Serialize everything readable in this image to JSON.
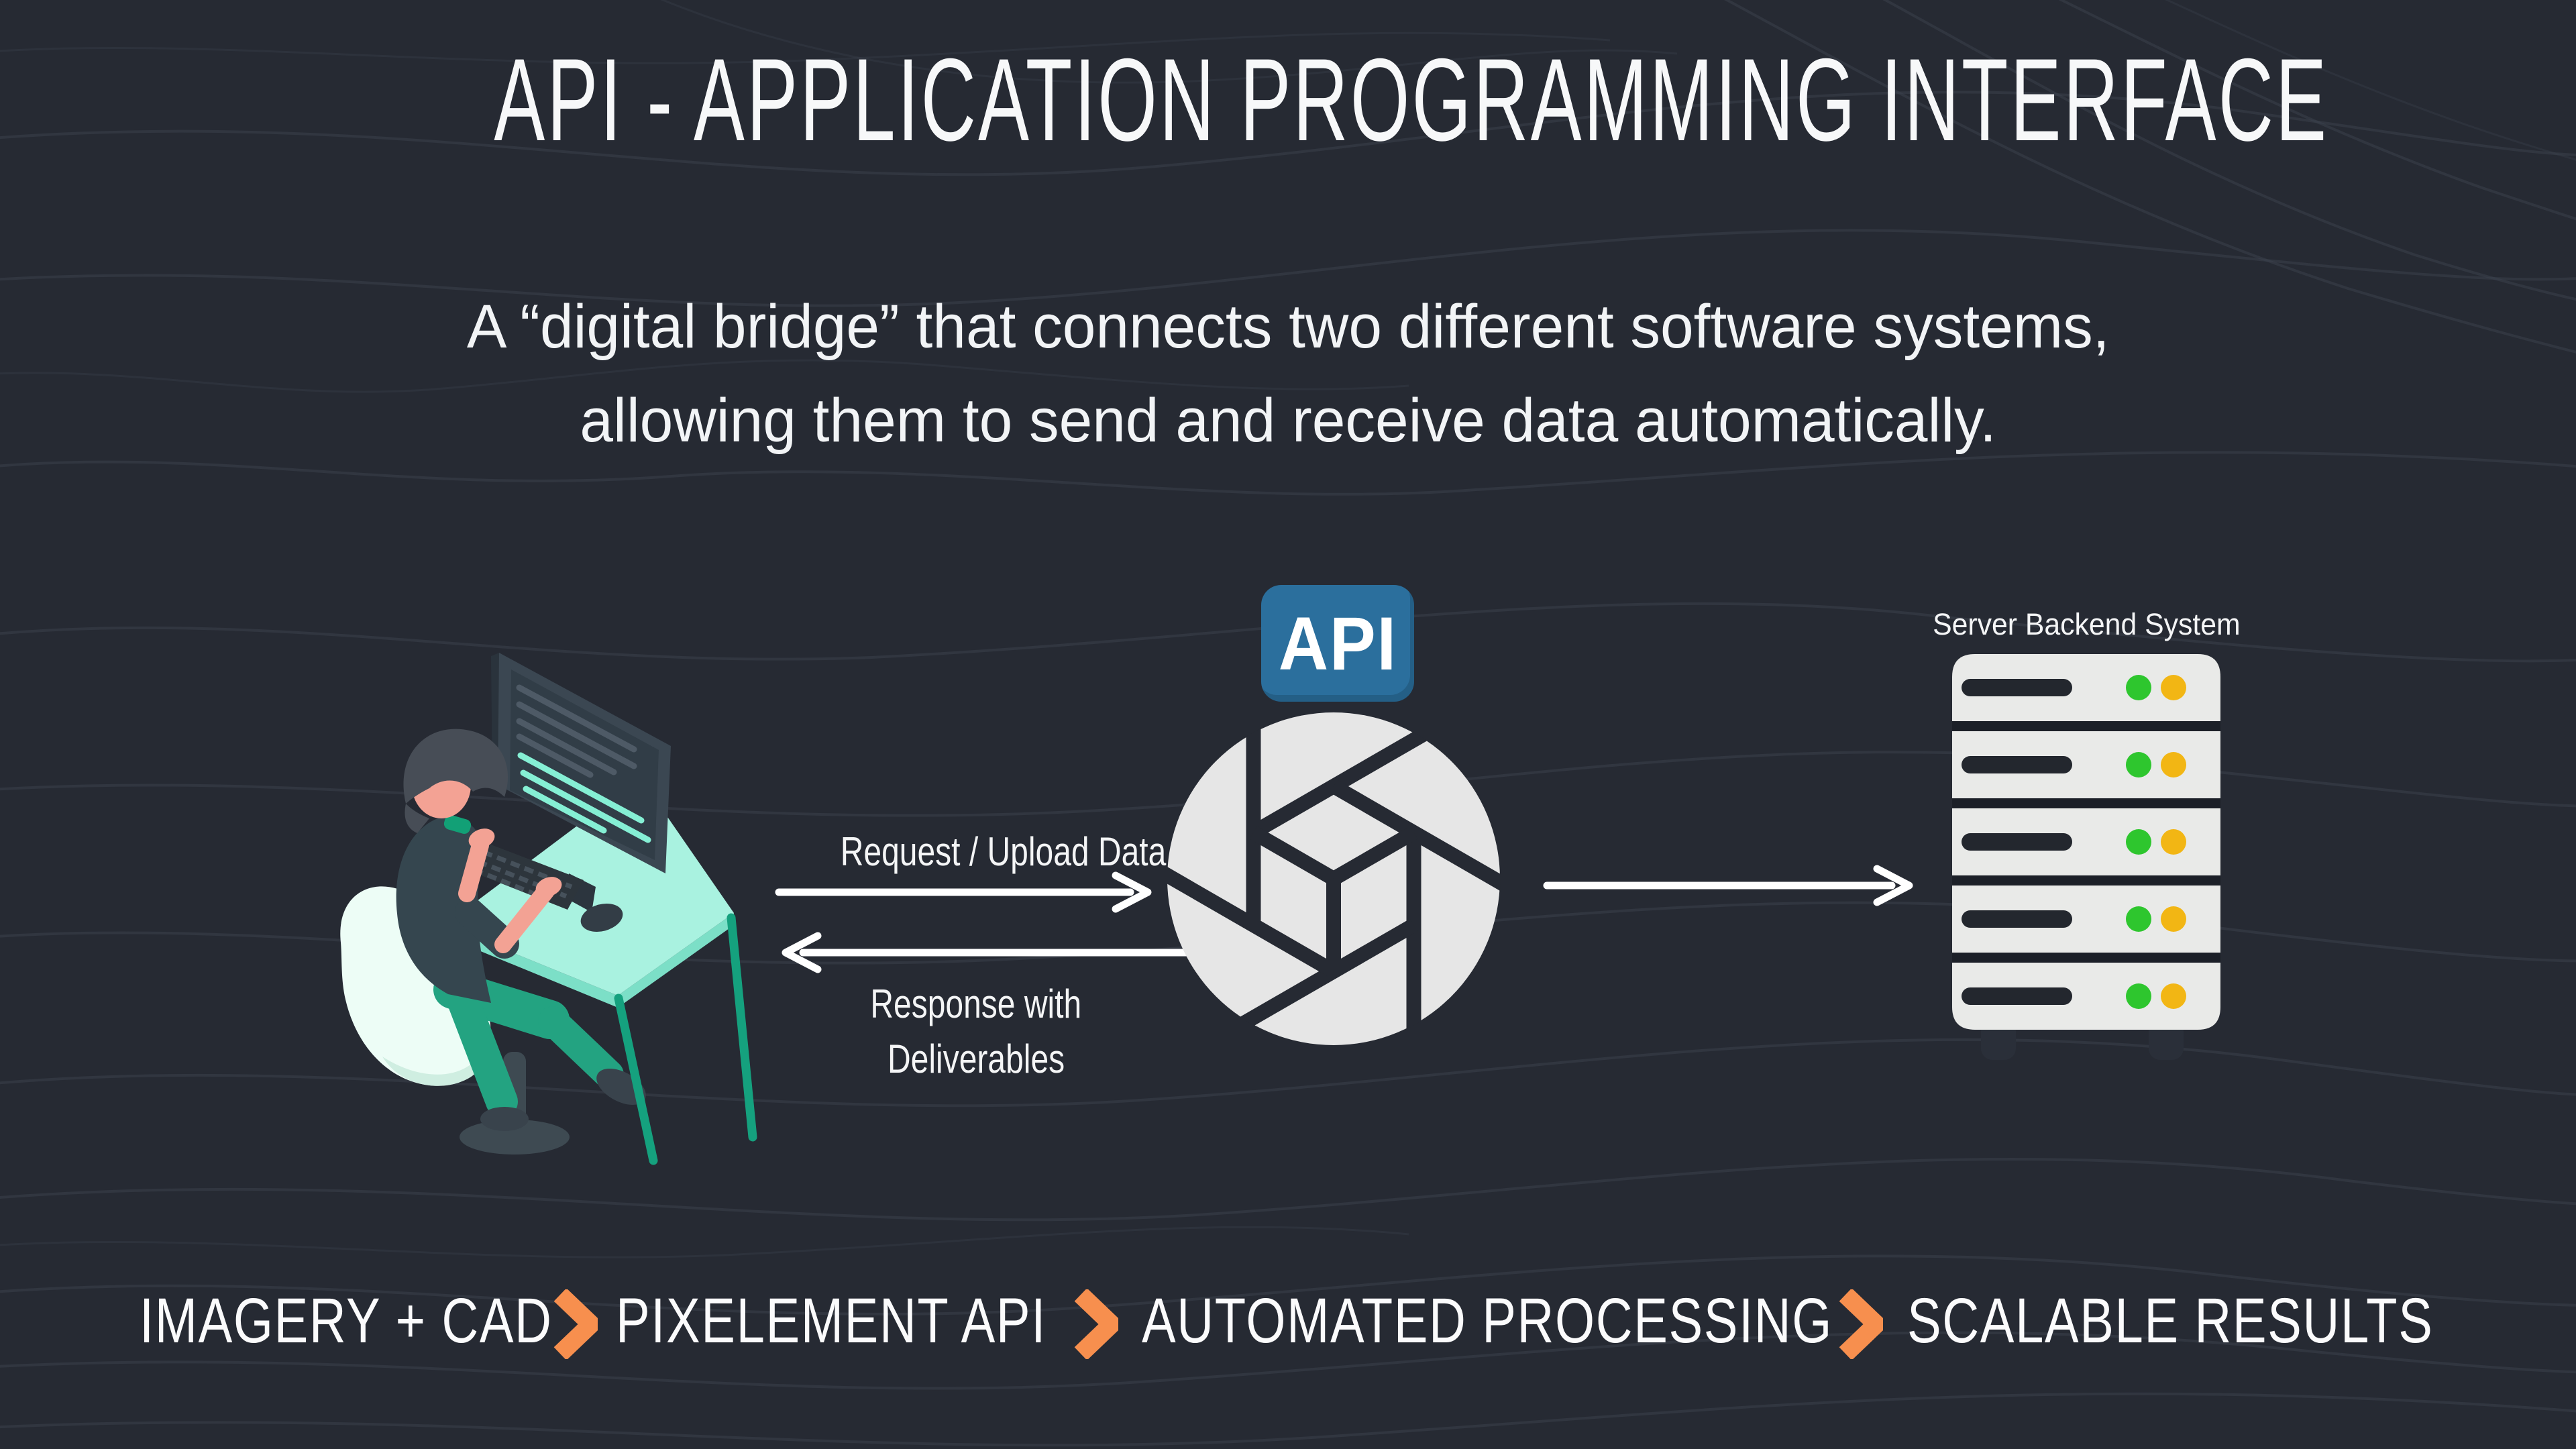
{
  "header": {
    "title": "API - APPLICATION PROGRAMMING INTERFACE",
    "subtitle_line1": "A “digital bridge” that connects two different software systems,",
    "subtitle_line2": "allowing them to send and receive data automatically."
  },
  "diagram": {
    "api_badge": "API",
    "request_label": "Request / Upload Data",
    "response_label_line1": "Response with",
    "response_label_line2": "Deliverables",
    "server_label": "Server Backend System",
    "server_rows": 5,
    "server_leds_per_row": [
      "green",
      "yellow"
    ]
  },
  "flow": {
    "separator_icon": "chevron-right-icon",
    "steps": [
      {
        "label": "IMAGERY + CAD"
      },
      {
        "label": "PIXELEMENT API"
      },
      {
        "label": "AUTOMATED PROCESSING"
      },
      {
        "label": "SCALABLE RESULTS"
      }
    ]
  },
  "colors": {
    "bg": "#262a33",
    "line": "#3b424e",
    "white": "#f7f8f9",
    "blue": "#2b6f9d",
    "orange": "#f78f4e",
    "green": "#2ec62e",
    "yellow": "#f2b614",
    "mint": "#a9f2e0",
    "mint-dark": "#7cdfc7",
    "teal": "#15a17e",
    "slate": "#3b4752",
    "logo-light": "#e6e6e6",
    "server-row": "#e9eae8",
    "skin": "#f3a294"
  }
}
